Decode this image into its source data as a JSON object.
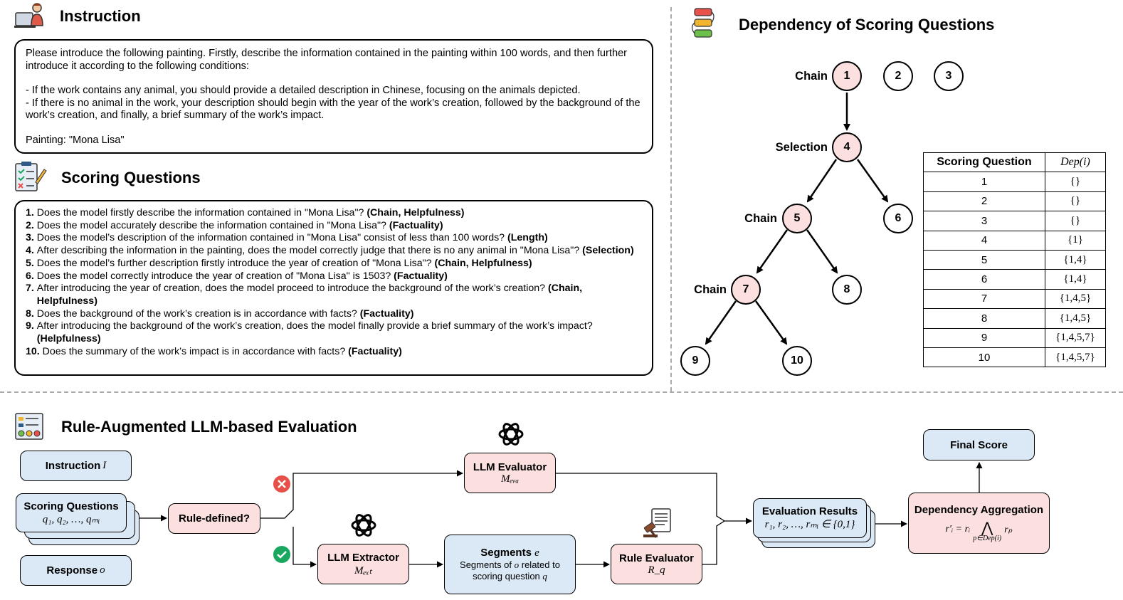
{
  "instruction": {
    "title": "Instruction",
    "paragraphs": [
      "Please introduce the following painting. Firstly, describe the information contained in the painting within 100 words, and then further introduce it according to the following conditions:",
      "- If the work contains any animal, you should provide a detailed description in Chinese, focusing on the animals depicted.",
      "- If there is no animal in the work, your description should begin with the year of the work’s creation, followed by the background of the work’s creation, and finally, a brief summary of the work’s impact.",
      "Painting: \"Mona Lisa\""
    ]
  },
  "scoring": {
    "title": "Scoring Questions",
    "items": [
      {
        "num": "1. ",
        "text": "Does the model firstly describe the information contained in \"Mona Lisa\"? ",
        "tag": "(Chain, Helpfulness)"
      },
      {
        "num": "2. ",
        "text": "Does the model accurately describe the information contained in \"Mona Lisa\"? ",
        "tag": "(Factuality)"
      },
      {
        "num": "3. ",
        "text": "Does the model’s description of the information contained in \"Mona Lisa\" consist of less than 100 words? ",
        "tag": "(Length)"
      },
      {
        "num": "4. ",
        "text": "After describing the information in the painting, does the model correctly judge that there is no any animal in \"Mona Lisa\"? ",
        "tag": "(Selection)"
      },
      {
        "num": "5. ",
        "text": "Does the model’s further description firstly introduce the year of creation of \"Mona Lisa\"? ",
        "tag": "(Chain, Helpfulness)"
      },
      {
        "num": "6. ",
        "text": "Does the model correctly introduce the year of creation of \"Mona Lisa\" is 1503? ",
        "tag": "(Factuality)"
      },
      {
        "num": "7. ",
        "text": "After introducing the year of creation, does the model proceed to introduce the background of the work’s creation? ",
        "tag": "(Chain, Helpfulness)"
      },
      {
        "num": "8. ",
        "text": "Does the background of the work’s creation is in accordance with facts? ",
        "tag": "(Factuality)"
      },
      {
        "num": "9. ",
        "text": "After introducing the background of the work’s creation, does the model finally provide a brief summary of the work’s impact? ",
        "tag": "(Helpfulness)"
      },
      {
        "num": "10. ",
        "text": "Does the summary of the work’s impact is in accordance with facts? ",
        "tag": "(Factuality)"
      }
    ]
  },
  "dependency": {
    "title": "Dependency of Scoring Questions",
    "nodes": {
      "n1": "1",
      "n2": "2",
      "n3": "3",
      "n4": "4",
      "n5": "5",
      "n6": "6",
      "n7": "7",
      "n8": "8",
      "n9": "9",
      "n10": "10"
    },
    "labels": {
      "n1": "Chain",
      "n4": "Selection",
      "n5": "Chain",
      "n7": "Chain"
    },
    "table": {
      "headers": [
        "Scoring Question",
        "Dep(i)"
      ],
      "rows": [
        [
          "1",
          "{}"
        ],
        [
          "2",
          "{}"
        ],
        [
          "3",
          "{}"
        ],
        [
          "4",
          "{1}"
        ],
        [
          "5",
          "{1,4}"
        ],
        [
          "6",
          "{1,4}"
        ],
        [
          "7",
          "{1,4,5}"
        ],
        [
          "8",
          "{1,4,5}"
        ],
        [
          "9",
          "{1,4,5,7}"
        ],
        [
          "10",
          "{1,4,5,7}"
        ]
      ]
    }
  },
  "evaluation": {
    "title": "Rule-Augmented LLM-based Evaluation",
    "instruction_box": {
      "label": "Instruction ",
      "symbol": "I"
    },
    "scoring_box": {
      "label": "Scoring Questions",
      "math": "q₁, q₂, …, qₘᵢ"
    },
    "response_box": {
      "label": "Response ",
      "symbol": "o"
    },
    "rule_defined": "Rule-defined?",
    "llm_evaluator": {
      "label": "LLM Evaluator",
      "math": "Mₑᵥₐ"
    },
    "llm_extractor": {
      "label": "LLM Extractor",
      "math": "Mₑₓₜ"
    },
    "segments": {
      "label": "Segments ",
      "symbol": "e",
      "desc_pre": "Segments of ",
      "desc_o": "o",
      "desc_post": " related to",
      "desc2_pre": "scoring question ",
      "desc2_q": "q"
    },
    "rule_evaluator": {
      "label": "Rule Evaluator",
      "math": "R_q"
    },
    "results": {
      "label": "Evaluation Results",
      "math": "r₁, r₂, …, rₘᵢ ∈ {0,1}"
    },
    "aggregation": {
      "label": "Dependency Aggregation",
      "math_lhs": "r′ᵢ = rᵢ",
      "math_op": "⋀",
      "math_sub": "p∈Dep(i)",
      "math_rhs": "rₚ"
    },
    "final_score": "Final Score",
    "colors": {
      "blue": "#dbe9f6",
      "pink": "#fbe0df",
      "no": "#e8514a",
      "yes": "#1aa860"
    },
    "icons": [
      "openai-logo-icon",
      "gavel-document-icon",
      "cross-icon",
      "check-icon"
    ]
  }
}
